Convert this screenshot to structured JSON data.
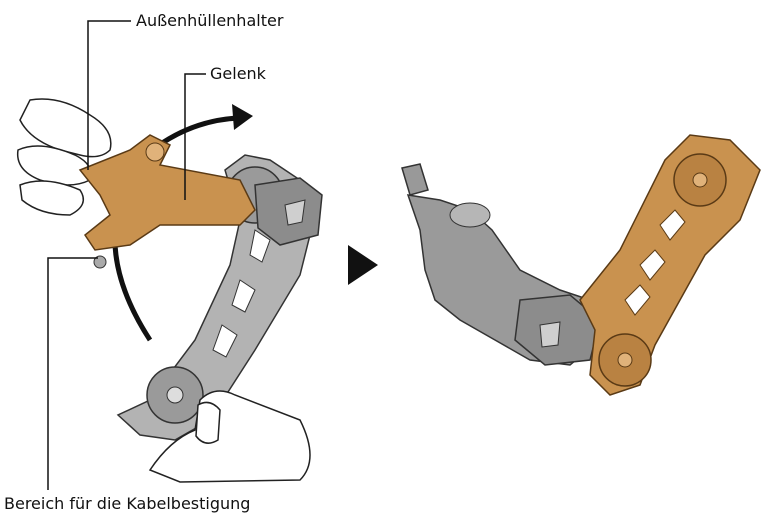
{
  "labels": {
    "outer_casing_holder": "Außenhüllenhalter",
    "joint": "Gelenk",
    "cable_fixing_area": "Bereich für die Kabelbestigung"
  },
  "colors": {
    "bronze": "#c9924f",
    "bronze_dark": "#9c6a33",
    "silver": "#a9a9a9",
    "silver_dark": "#6e6e6e",
    "line": "#111111"
  }
}
